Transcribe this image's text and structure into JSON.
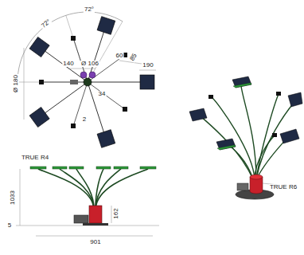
{
  "diagram": {
    "labels": [
      "72°",
      "72°",
      "Ø 106",
      "140",
      "60",
      "85",
      "Ø 180",
      "190",
      "34",
      "2",
      "TRUE R4",
      "1033",
      "162",
      "5",
      "901",
      "TRUE R6"
    ]
  }
}
